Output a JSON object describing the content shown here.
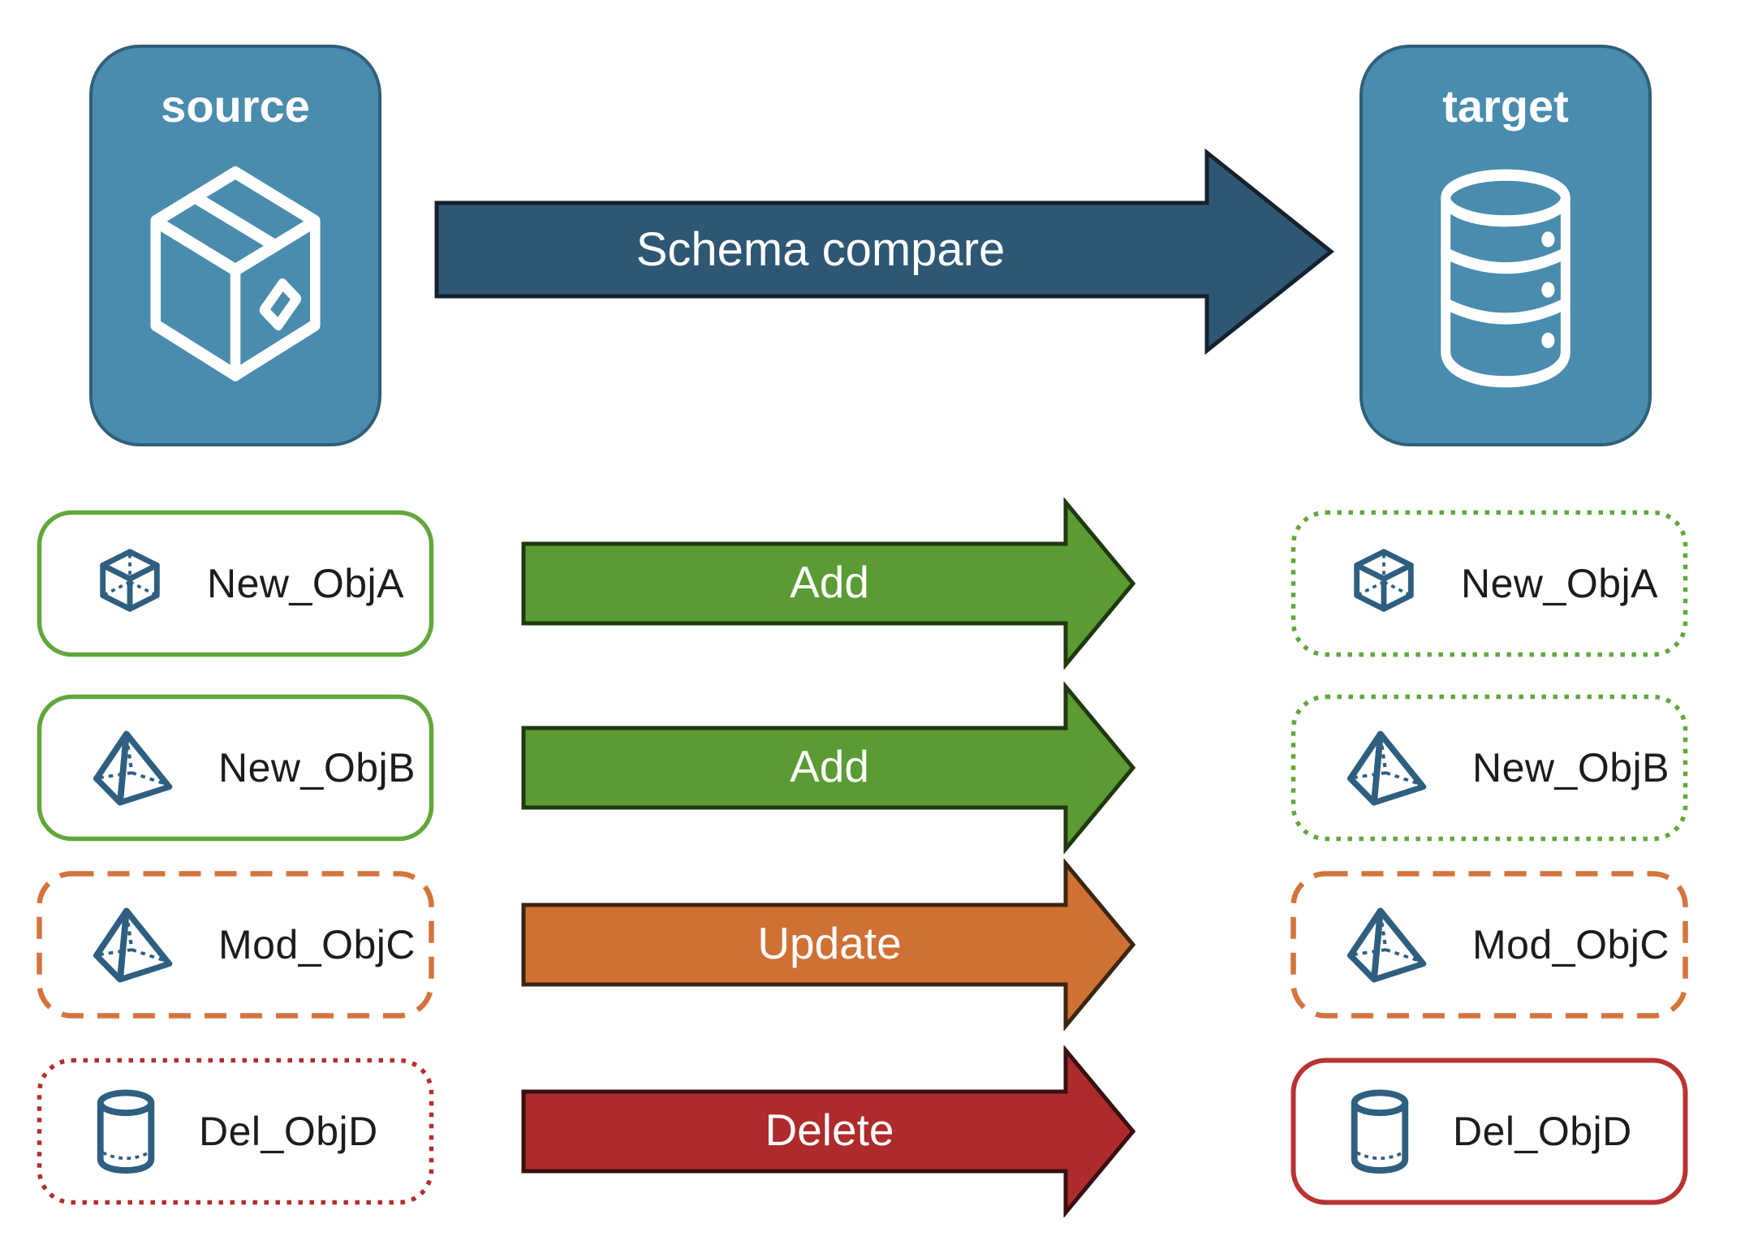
{
  "diagram": {
    "source_node": {
      "label": "source",
      "icon": "package-box-icon"
    },
    "target_node": {
      "label": "target",
      "icon": "database-icon"
    },
    "compare_arrow_label": "Schema compare"
  },
  "rows": [
    {
      "object_name": "New_ObjA",
      "action": "Add",
      "icon": "cube-icon",
      "source_box_style": "solid-green",
      "target_box_style": "dotted-green",
      "arrow_color_name": "green"
    },
    {
      "object_name": "New_ObjB",
      "action": "Add",
      "icon": "pyramid-icon",
      "source_box_style": "solid-green",
      "target_box_style": "dotted-green",
      "arrow_color_name": "green"
    },
    {
      "object_name": "Mod_ObjC",
      "action": "Update",
      "icon": "pyramid-icon",
      "source_box_style": "dashed-orange",
      "target_box_style": "dashed-orange",
      "arrow_color_name": "orange"
    },
    {
      "object_name": "Del_ObjD",
      "action": "Delete",
      "icon": "cylinder-icon",
      "source_box_style": "dotted-red",
      "target_box_style": "solid-red",
      "arrow_color_name": "red"
    }
  ],
  "colors": {
    "node_fill": "#4a8cad",
    "node_border": "#2f6079",
    "node_text": "#ffffff",
    "compare_arrow_fill": "#2e5773",
    "compare_arrow_border": "#15222e",
    "add_arrow_fill": "#5a9b33",
    "update_arrow_fill": "#cf7134",
    "delete_arrow_fill": "#ae2b2c",
    "green_border": "#61a73c",
    "orange_border": "#d4743c",
    "red_border": "#b22e2e",
    "object_icon_color": "#2e5f80",
    "label_text": "#1c1c1c",
    "background": "#ffffff"
  }
}
